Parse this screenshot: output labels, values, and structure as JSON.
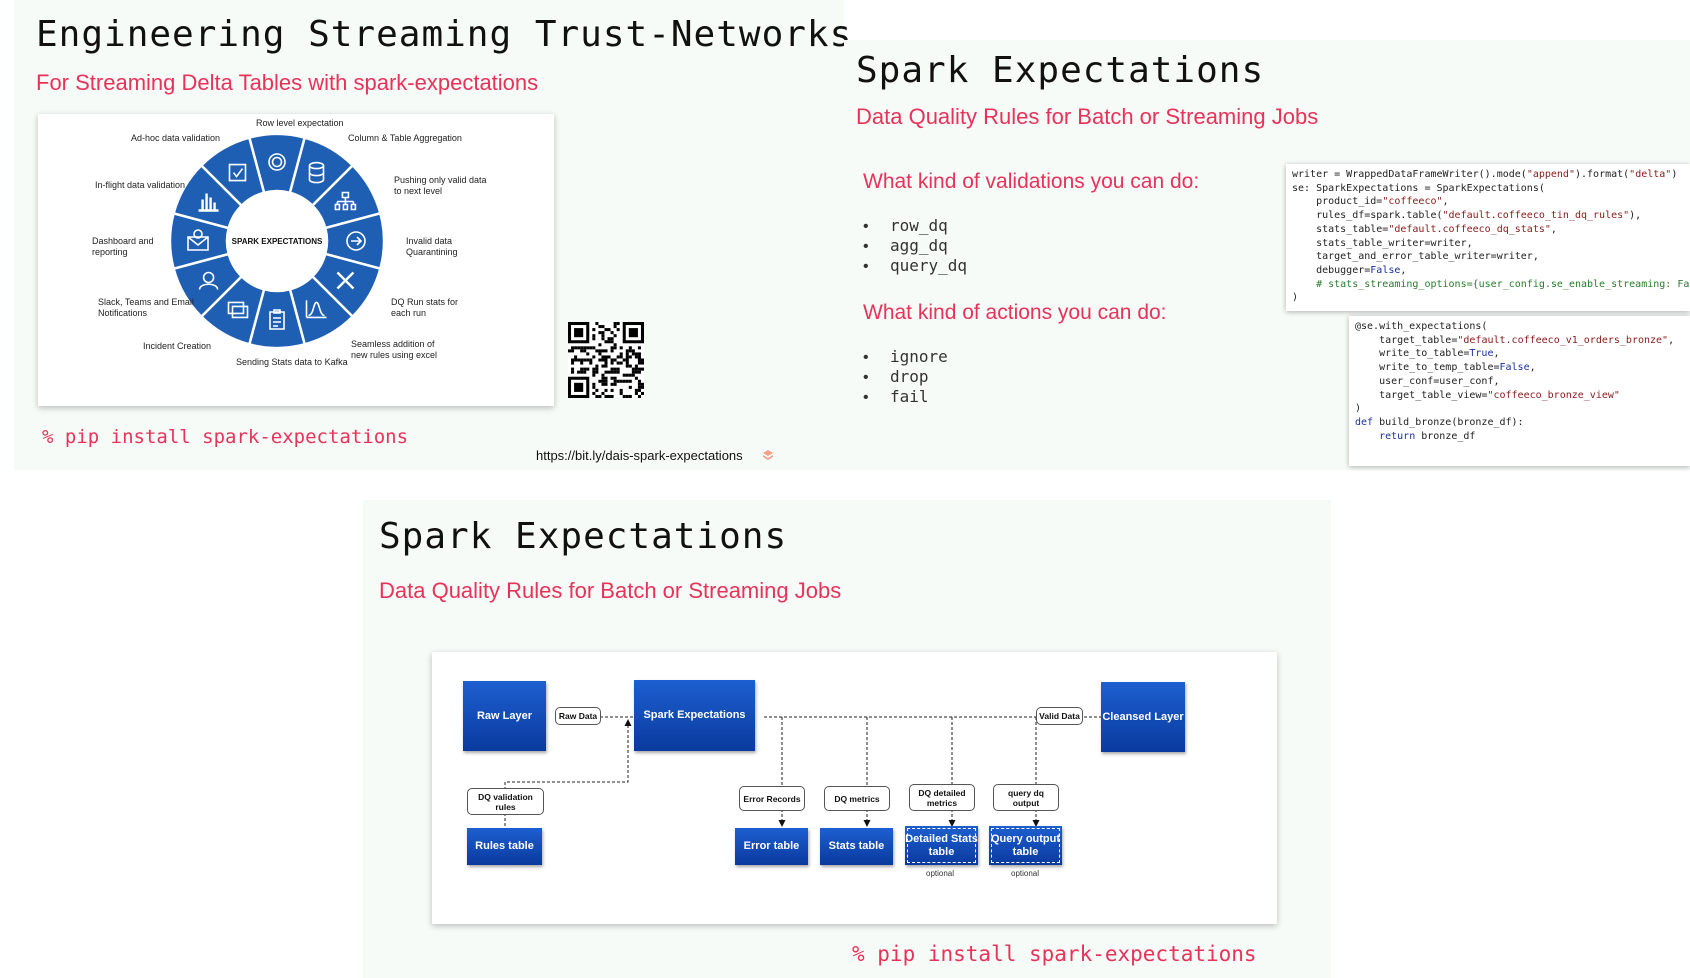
{
  "slide1": {
    "title": "Engineering Streaming Trust-Networks",
    "subtitle": "For Streaming Delta Tables with spark-expectations",
    "wheel": {
      "center": "SPARK EXPECTATIONS",
      "labels": {
        "row": "Row level expectation",
        "column": "Column & Table Aggregation",
        "push": "Pushing only valid data\nto next level",
        "invalid": "Invalid data\nQuarantining",
        "dqrun": "DQ Run stats for\neach run",
        "seamless": "Seamless addition of\nnew rules using excel",
        "kafka": "Sending Stats data to Kafka",
        "incident": "Incident Creation",
        "slack": "Slack, Teams and Email\nNotifications",
        "dashboard": "Dashboard and\nreporting",
        "inflight": "In-flight data validation",
        "adhoc": "Ad-hoc data validation"
      },
      "icons": [
        "badge-check-icon",
        "database-icon",
        "hierarchy-icon",
        "arrow-right-circle-icon",
        "close-icon",
        "bell-curve-icon",
        "clipboard-icon",
        "screen-share-icon",
        "user-gear-icon",
        "envelope-at-icon",
        "bar-chart-icon",
        "checkbox-icon"
      ],
      "color": "#1e5fb4"
    },
    "pip": "% pip install spark-expectations",
    "url": "https://bit.ly/dais-spark-expectations"
  },
  "slide2": {
    "title": "Spark Expectations",
    "subtitle": "Data Quality Rules for Batch or Streaming Jobs",
    "q1": "What kind of validations you can do:",
    "validations": [
      "row_dq",
      "agg_dq",
      "query_dq"
    ],
    "q2": "What kind of actions you can do:",
    "actions": [
      "ignore",
      "drop",
      "fail"
    ],
    "code1": [
      "writer = WrappedDataFrameWriter().mode(\"append\").format(\"delta\")",
      "se: SparkExpectations = SparkExpectations(",
      "    product_id=\"coffeeco\",",
      "    rules_df=spark.table(\"default.coffeeco_tin_dq_rules\"),",
      "    stats_table=\"default.coffeeco_dq_stats\",",
      "    stats_table_writer=writer,",
      "    target_and_error_table_writer=writer,",
      "    debugger=False,",
      "    # stats_streaming_options={user_config.se_enable_streaming: False},",
      ")"
    ],
    "code2": [
      "@se.with_expectations(",
      "    target_table=\"default.coffeeco_v1_orders_bronze\",",
      "    write_to_table=True,",
      "    write_to_temp_table=False,",
      "    user_conf=user_conf,",
      "    target_table_view=\"coffeeco_bronze_view\"",
      ")",
      "def build_bronze(bronze_df):",
      "    return bronze_df"
    ]
  },
  "slide3": {
    "title": "Spark Expectations",
    "subtitle": "Data Quality Rules for Batch or Streaming Jobs",
    "flow": {
      "raw_layer": "Raw Layer",
      "raw_data": "Raw Data",
      "spark_exp": "Spark Expectations",
      "valid_data": "Valid Data",
      "cleansed": "Cleansed Layer",
      "dq_rules": "DQ validation rules",
      "rules_table": "Rules table",
      "error_records": "Error Records",
      "error_table": "Error table",
      "dq_metrics": "DQ metrics",
      "stats_table": "Stats table",
      "dq_detailed": "DQ detailed metrics",
      "detailed_table": "Detailed Stats table",
      "query_dq": "query dq output",
      "query_table": "Query output table",
      "optional": "optional"
    },
    "pip": "% pip install spark-expectations"
  }
}
